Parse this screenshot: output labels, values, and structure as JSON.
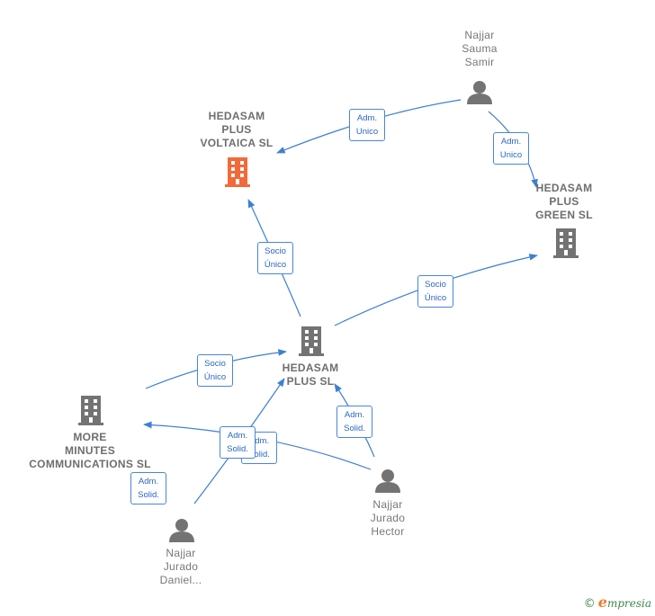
{
  "nodes": {
    "voltaica": {
      "label": "HEDASAM\nPLUS\nVOLTAICA SL",
      "kind": "company",
      "color": "#f26a3a"
    },
    "green": {
      "label": "HEDASAM\nPLUS\nGREEN SL",
      "kind": "company",
      "color": "#737373"
    },
    "plus": {
      "label": "HEDASAM\nPLUS SL",
      "kind": "company",
      "color": "#737373"
    },
    "more": {
      "label": "MORE\nMINUTES\nCOMMUNICATIONS SL",
      "kind": "company",
      "color": "#737373"
    },
    "samir": {
      "label": "Najjar\nSauma\nSamir",
      "kind": "person",
      "color": "#737373"
    },
    "hector": {
      "label": "Najjar\nJurado\nHector",
      "kind": "person",
      "color": "#737373"
    },
    "daniel": {
      "label": "Najjar\nJurado\nDaniel...",
      "kind": "person",
      "color": "#737373"
    }
  },
  "edges": [
    {
      "line1": "Adm.",
      "line2": "Unico"
    },
    {
      "line1": "Adm.",
      "line2": "Unico"
    },
    {
      "line1": "Socio",
      "line2": "Único"
    },
    {
      "line1": "Socio",
      "line2": "Único"
    },
    {
      "line1": "Socio",
      "line2": "Único"
    },
    {
      "line1": "Adm.",
      "line2": "Solid."
    },
    {
      "line1": "Adm.",
      "line2": "Solid."
    },
    {
      "line1": "Adm.",
      "line2": "Solid."
    },
    {
      "line1": "Adm.",
      "line2": "Solid."
    }
  ],
  "colors": {
    "edge": "#3c7fd6",
    "company_highlight": "#f26a3a",
    "company": "#737373",
    "person": "#737373"
  },
  "footer": {
    "copyright": "©",
    "brand_initial": "e",
    "brand_rest": "mpresia"
  }
}
